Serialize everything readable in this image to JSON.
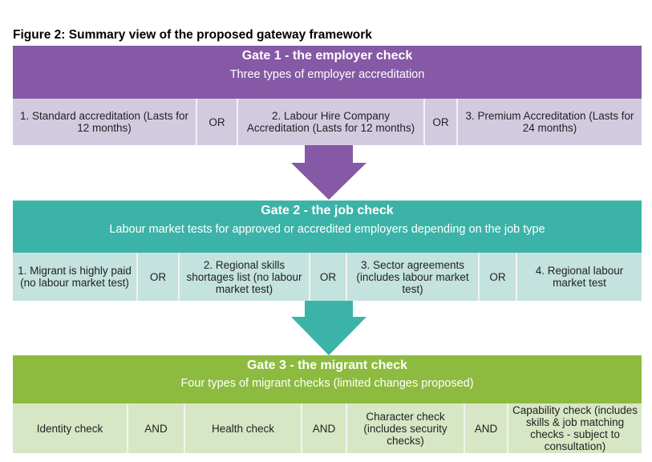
{
  "title": "Figure 2: Summary view of the proposed gateway framework",
  "colors": {
    "gate1": "#8559a5",
    "gate1_row": "#d2cbe0",
    "gate2": "#3bb3a8",
    "gate2_row": "#c4e2de",
    "gate3": "#8dbb3f",
    "gate3_row": "#d7e7c5"
  },
  "gate1": {
    "heading": "Gate 1 - the employer check",
    "subheading": "Three types of employer accreditation",
    "cells": [
      "1. Standard accreditation (Lasts for 12 months)",
      "OR",
      "2. Labour Hire Company Accreditation (Lasts for 12 months)",
      "OR",
      "3. Premium Accreditation (Lasts for 24 months)"
    ]
  },
  "gate2": {
    "heading": "Gate 2 - the job check",
    "subheading": "Labour market tests for approved or accredited employers depending on the job type",
    "cells": [
      "1. Migrant is highly paid (no labour market test)",
      "OR",
      "2. Regional skills shortages list (no labour market test)",
      "OR",
      "3. Sector agreements (includes labour market test)",
      "OR",
      "4. Regional labour market test"
    ]
  },
  "gate3": {
    "heading": "Gate 3 - the migrant check",
    "subheading": "Four types of migrant checks (limited changes proposed)",
    "cells": [
      "Identity check",
      "AND",
      "Health check",
      "AND",
      "Character check (includes security checks)",
      "AND",
      "Capability check (includes skills & job matching checks - subject to consultation)"
    ]
  }
}
